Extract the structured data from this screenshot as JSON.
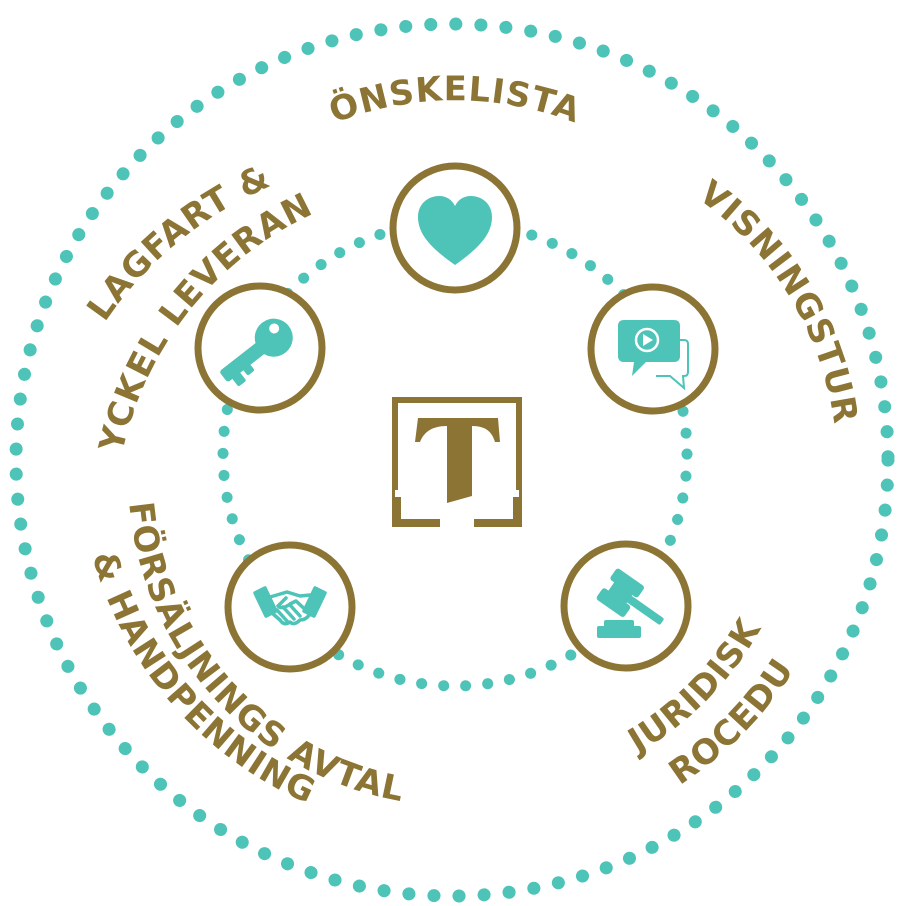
{
  "colors": {
    "gold": "#8B7434",
    "teal": "#4EC3B8",
    "background": "#FFFFFF"
  },
  "logo": {
    "letter": "T",
    "icon": "logo-t-square"
  },
  "steps": [
    {
      "id": "onskelista",
      "lines": [
        "ÖNSKELISTA"
      ],
      "icon": "heart-icon"
    },
    {
      "id": "visningstur",
      "lines": [
        "VISNINGSTUR"
      ],
      "icon": "video-chat-icon"
    },
    {
      "id": "juridisk",
      "lines": [
        "JURIDISK",
        "PROCEDUR"
      ],
      "icon": "gavel-icon"
    },
    {
      "id": "forsaljning",
      "lines": [
        "FÖRSÄLJNINGS AVTAL",
        "& HANDPENNING"
      ],
      "icon": "handshake-icon"
    },
    {
      "id": "lagfart",
      "lines": [
        "LAGFART &",
        "NYCKEL LEVERANS"
      ],
      "icon": "key-icon"
    }
  ]
}
